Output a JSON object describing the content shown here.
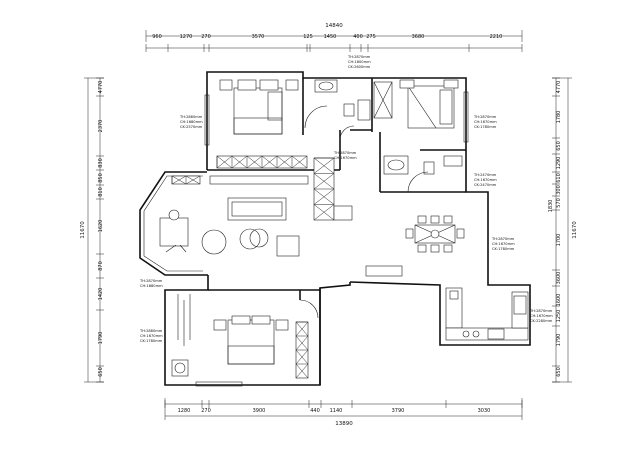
{
  "dimensions": {
    "top_total": "14840",
    "top_segments": [
      "960",
      "1270",
      "270",
      "3570",
      "125",
      "1450",
      "400",
      "275",
      "3680",
      "2210"
    ],
    "bottom_total": "13890",
    "bottom_segments": [
      "1280",
      "270",
      "3900",
      "440",
      "1140",
      "3790",
      "3030"
    ],
    "left_total": "11670",
    "left_segments": [
      "4770",
      "2370",
      "830",
      "850",
      "810",
      "1620",
      "870",
      "1420",
      "1790",
      "650"
    ],
    "right_total": "11670",
    "right_segments": [
      "4770",
      "1780",
      "650",
      "1290",
      "610",
      "300",
      "570",
      "1700",
      "3600",
      "1600",
      "1250",
      "1790",
      "650"
    ],
    "right_mid_label": "1830"
  },
  "notes": {
    "bathroom_top": [
      "TH:2870mm",
      "CH:1800mm",
      "CK:2600mm"
    ],
    "master_bedroom": [
      "TH:2860mm",
      "CH:1680mm",
      "CK:2570mm"
    ],
    "second_bedroom": [
      "TH:2870mm",
      "CH:1670mm",
      "CK:1780mm"
    ],
    "corridor": [
      "TH:2870mm",
      "CH:1670mm"
    ],
    "bathroom_right": [
      "TH:2470mm",
      "CH:1670mm",
      "CK:2470mm"
    ],
    "dining": [
      "TH:2870mm",
      "CH:1670mm",
      "CK:1780mm"
    ],
    "living_left": [
      "TH:2870mm",
      "CH:1880mm"
    ],
    "kitchen": [
      "TH:2870mm",
      "CH:1670mm",
      "CK:2280mm"
    ],
    "bedroom_bottom": [
      "TH:2880mm",
      "CH:1670mm",
      "CK:1780mm"
    ]
  }
}
